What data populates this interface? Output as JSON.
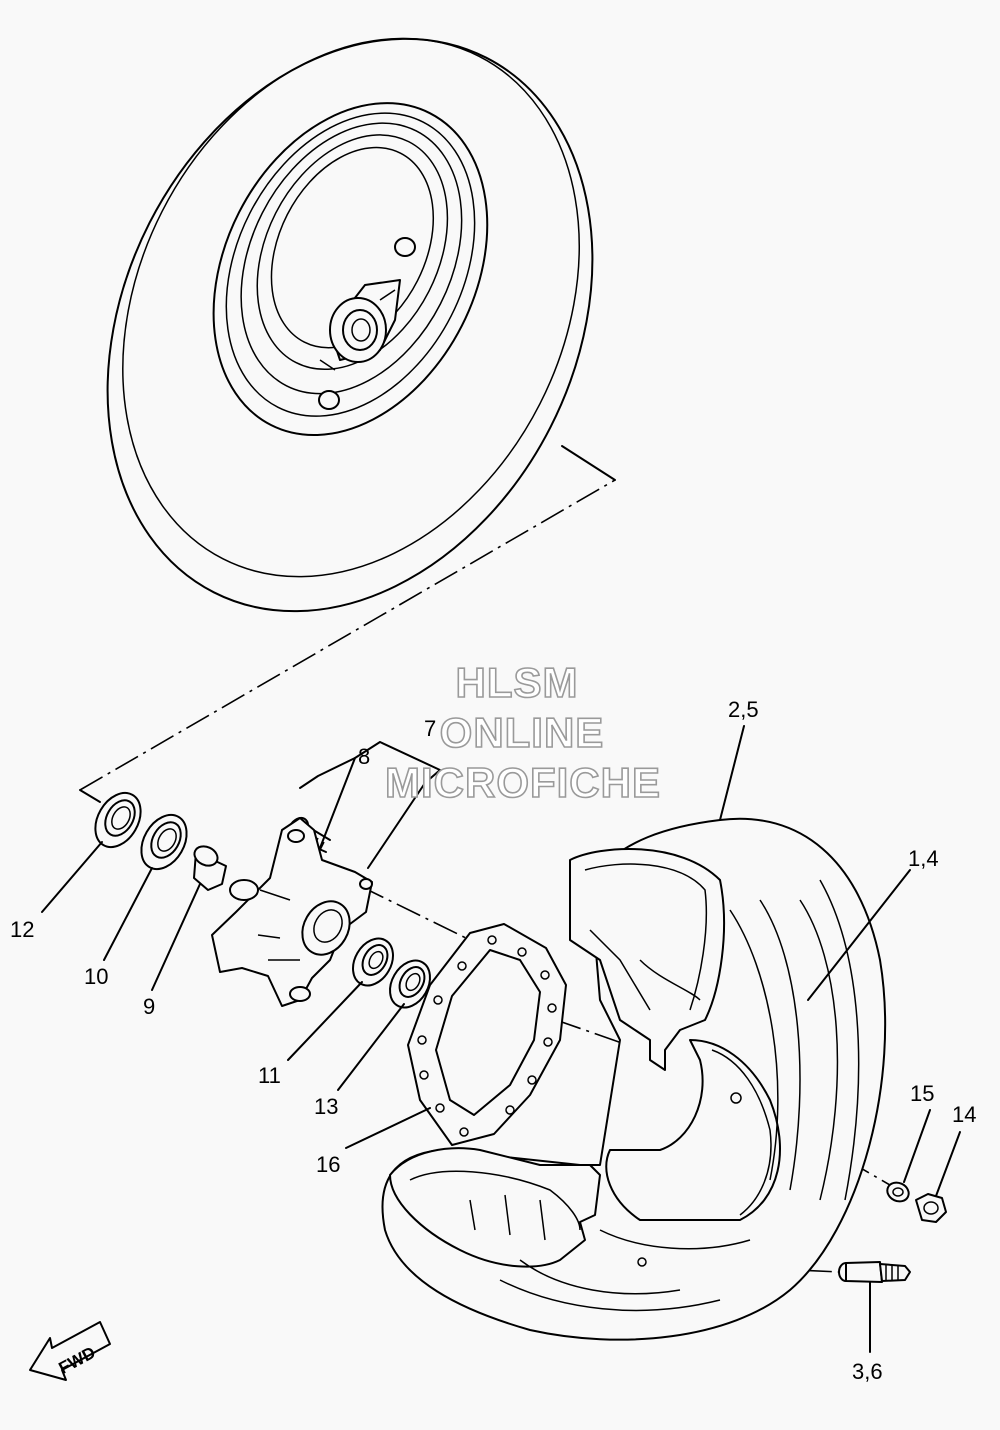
{
  "watermark": {
    "line1": "HLSM",
    "line2": "ONLINE",
    "line3": "MICROFICHE",
    "color": "#9a9a9a"
  },
  "callouts": [
    "12",
    "10",
    "9",
    "8",
    "7",
    "11",
    "13",
    "16",
    "2,5",
    "1,4",
    "15",
    "14",
    "3,6"
  ],
  "direction_arrow": "FWD",
  "colors": {
    "background": "#f9f9f9",
    "line": "#000000"
  }
}
